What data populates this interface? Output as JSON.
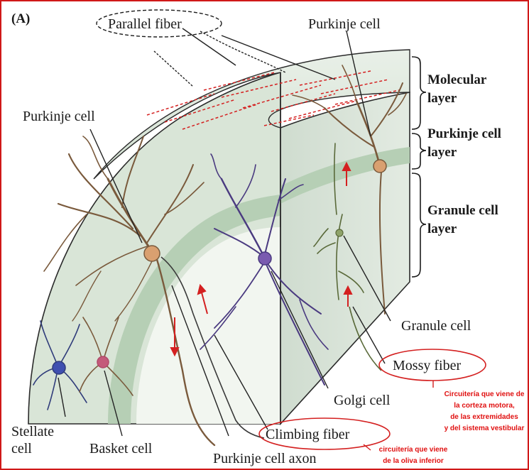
{
  "panel_label": "(A)",
  "labels": {
    "parallel_fiber": "Parallel fiber",
    "purkinje_cell_top": "Purkinje cell",
    "purkinje_cell_left": "Purkinje cell",
    "stellate_cell": [
      "Stellate",
      "cell"
    ],
    "basket_cell": "Basket cell",
    "purkinje_cell_axon": "Purkinje cell axon",
    "climbing_fiber": "Climbing fiber",
    "golgi_cell": "Golgi cell",
    "mossy_fiber": "Mossy fiber",
    "granule_cell": "Granule cell"
  },
  "layers": {
    "molecular": [
      "Molecular",
      "layer"
    ],
    "purkinje": [
      "Purkinje cell",
      "layer"
    ],
    "granule": [
      "Granule cell",
      "layer"
    ]
  },
  "annotations": {
    "mossy_note": [
      "Circuitería que viene de",
      "la corteza motora,",
      "de las extremidades",
      "y del sistema vestibular"
    ],
    "climbing_note": [
      "circuitería que viene",
      "de la oliva inferior"
    ]
  },
  "colors": {
    "frame": "#d01818",
    "annotation": "#e01010",
    "tissue": "#dbe6d9",
    "purkinje_band": "#b9d1b8",
    "white_matter": "#f3f6f1",
    "neuron_brown": "#7a5a3c",
    "golgi_purple": "#4a3a80",
    "stellate_blue": "#2f3b7a",
    "basket_pink": "#b04a6a",
    "soma_orange": "#d9a070"
  }
}
